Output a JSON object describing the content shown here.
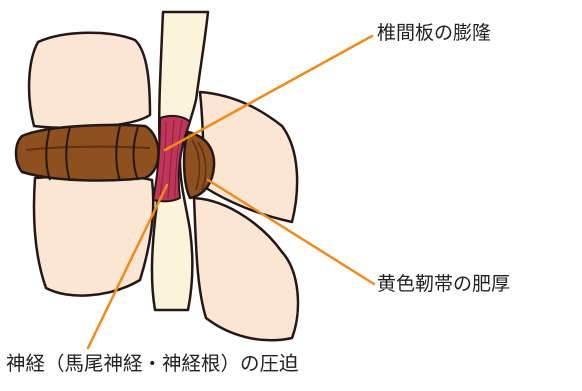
{
  "diagram": {
    "labels": {
      "disc_bulge": "椎間板の膨隆",
      "ligament_thickening": "黄色靭帯の肥厚",
      "nerve_compression": "神経（馬尾神経・神経根）の圧迫"
    },
    "colors": {
      "bone_fill": "#fbe5d3",
      "outline": "#231815",
      "disc_fill": "#8f5020",
      "disc_dark": "#5e3212",
      "canal_fill": "#fbf3da",
      "nerve_fill": "#c0365a",
      "leader_line": "#f18a1c",
      "label_text": "#222222"
    }
  }
}
